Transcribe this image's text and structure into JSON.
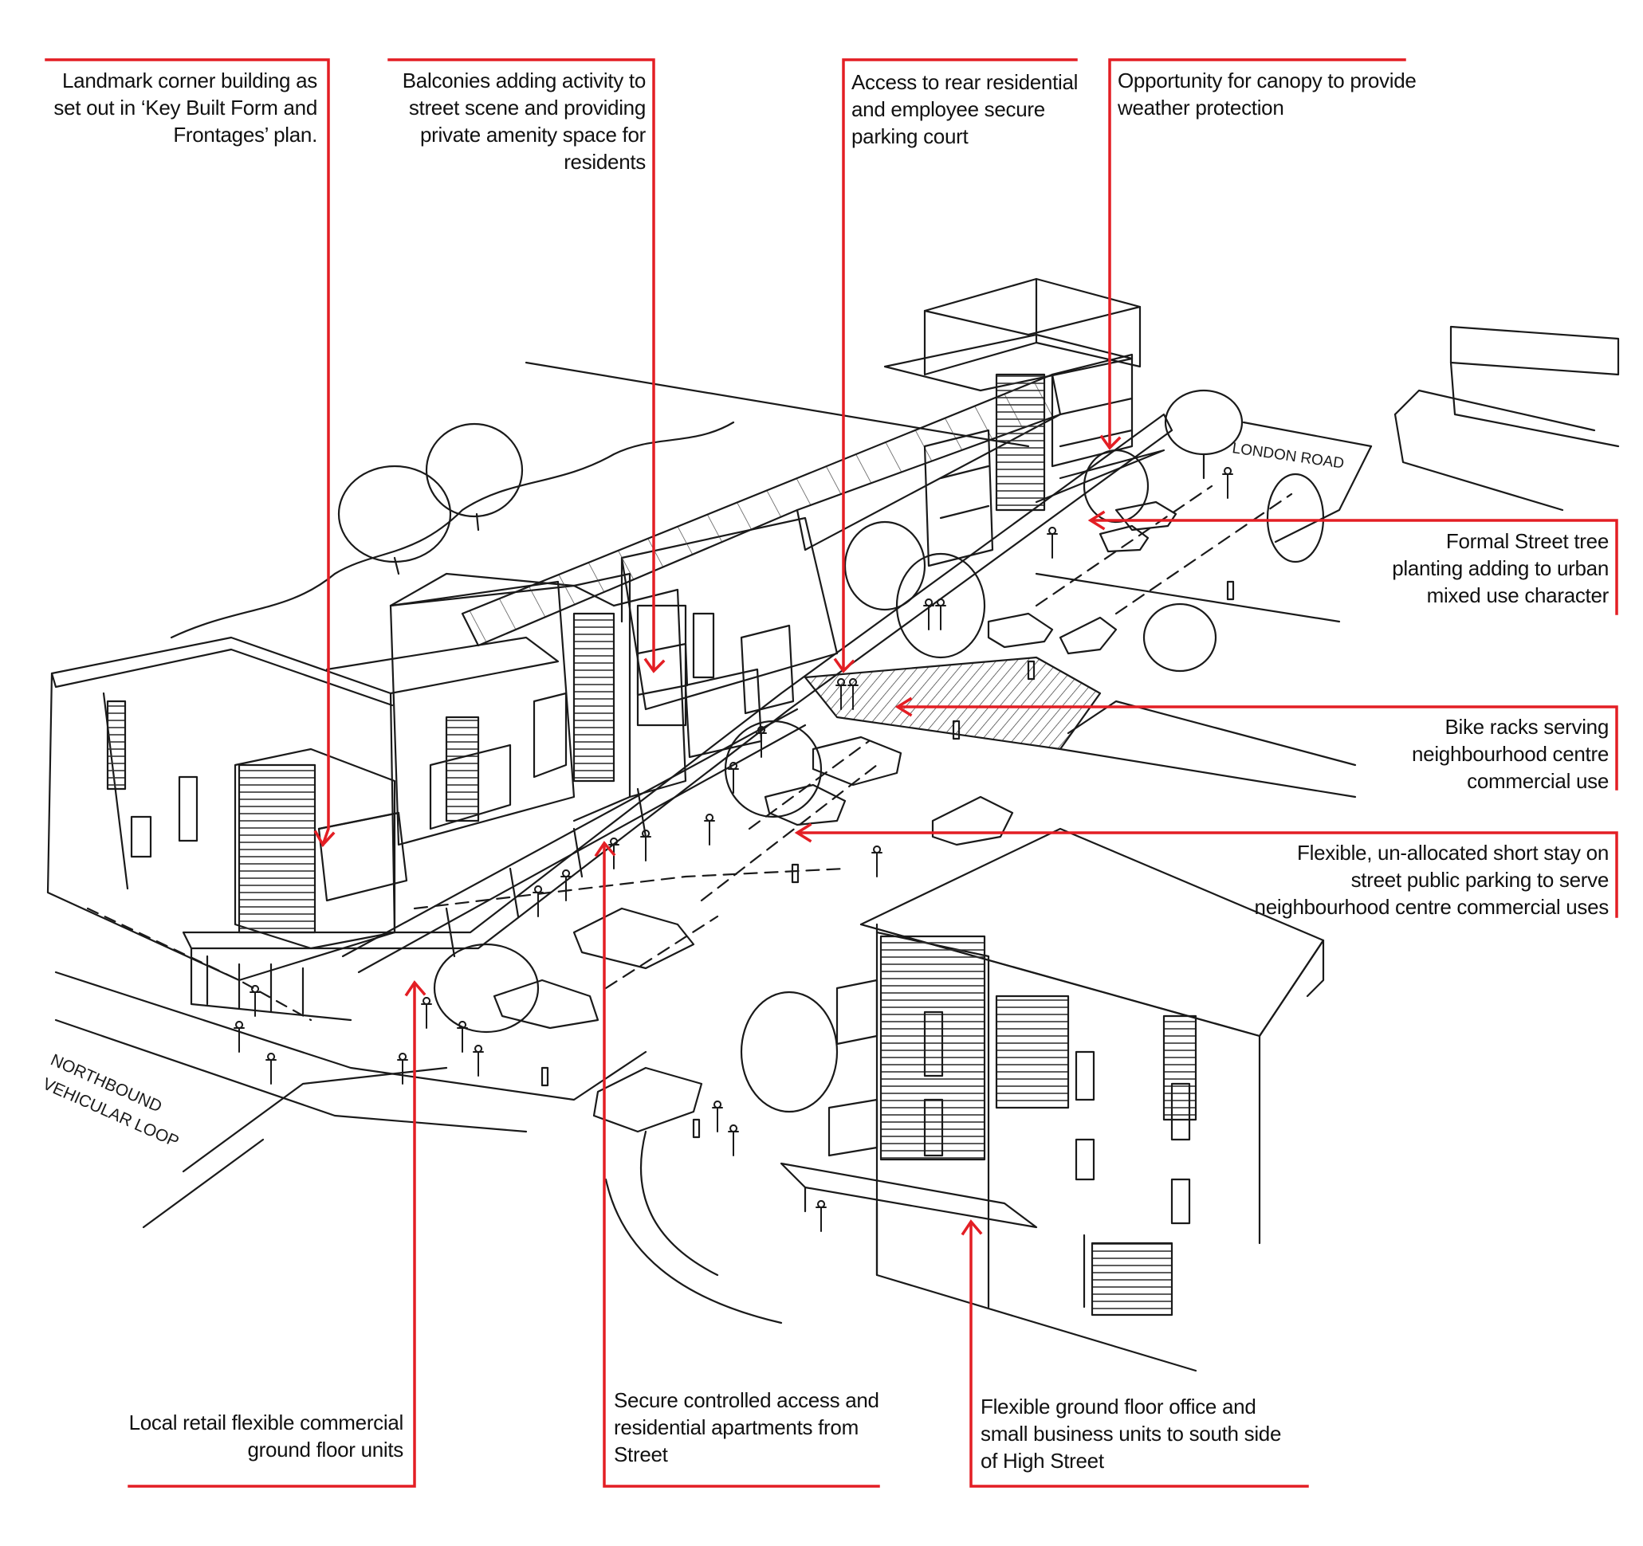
{
  "colors": {
    "leader": "#e31e24",
    "ink": "#1a1a1a",
    "text": "#111111"
  },
  "sketch_labels": {
    "london_road": "LONDON ROAD",
    "northbound_1": "NORTHBOUND",
    "northbound_2": "VEHICULAR LOOP"
  },
  "annotations": {
    "landmark": [
      "Landmark corner building as",
      "set out in ‘Key Built Form and",
      "Frontages’ plan."
    ],
    "balconies": [
      "Balconies adding activity to",
      "street scene and providing",
      "private amenity space for",
      "residents"
    ],
    "access_rear": [
      "Access to rear residential",
      "and employee secure",
      "parking court"
    ],
    "canopy": [
      "Opportunity for canopy to provide",
      "weather protection"
    ],
    "street_tree": [
      "Formal Street tree",
      "planting adding to urban",
      "mixed use character"
    ],
    "bike_racks": [
      "Bike racks serving",
      "neighbourhood centre",
      "commercial use"
    ],
    "short_stay": [
      "Flexible, un-allocated short stay on",
      "street public parking to serve",
      "neighbourhood centre commercial uses"
    ],
    "local_retail": [
      "Local retail flexible commercial",
      "ground floor units"
    ],
    "secure_access": [
      "Secure controlled access and",
      "residential apartments from",
      "Street"
    ],
    "ground_office": [
      "Flexible ground floor office and",
      "small business units to south side",
      "of High Street"
    ]
  }
}
